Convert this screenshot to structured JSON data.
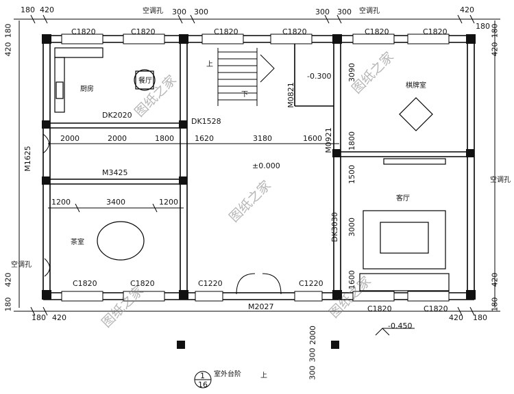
{
  "top_dims": [
    "180",
    "420",
    "300",
    "300",
    "300",
    "300",
    "420",
    "180"
  ],
  "bottom_dims": [
    "180",
    "420",
    "420",
    "180"
  ],
  "left_dims": [
    "180",
    "420",
    "420",
    "180"
  ],
  "right_dims": [
    "180",
    "420",
    "420",
    "180"
  ],
  "aircon_label": "空调孔",
  "windows": {
    "top": [
      "C1820",
      "C1820",
      "C1820",
      "C1820",
      "C1820",
      "C1820"
    ],
    "bottom_left": [
      "C1820",
      "C1820"
    ],
    "bottom_mid": [
      "C1220",
      "C1220"
    ],
    "bottom_right": [
      "C1820",
      "C1820"
    ]
  },
  "rooms": {
    "kitchen": "厨房",
    "dining": "餐厅",
    "mahjong": "棋牌室",
    "living": "客厅",
    "tea": "茶室"
  },
  "openings": {
    "dk2020": "DK2020",
    "dk1528": "DK1528",
    "m1625": "M1625",
    "m0821": "M0821",
    "m0921": "M0921",
    "m3425": "M3425",
    "dk3030": "DK3030",
    "m2027": "M2027"
  },
  "interior_dims": [
    "2000",
    "2000",
    "1800",
    "1620",
    "3180",
    "1600"
  ],
  "tea_dims": [
    "1200",
    "3400",
    "1200"
  ],
  "vertical_dims": {
    "d3090": "3090",
    "d1800": "1800",
    "d1500": "1500",
    "d3000": "3000",
    "d1600": "1600"
  },
  "porch_dims": {
    "d2000": "2000",
    "d300a": "300",
    "d300b": "300"
  },
  "levels": {
    "zero": "±0.000",
    "stair_landing": "-0.300",
    "outside": "-0.450"
  },
  "stairs": {
    "up": "上",
    "down": "下"
  },
  "porch": {
    "label": "室外台阶",
    "up": "上"
  },
  "drawing_index": {
    "top": "1",
    "bottom": "16"
  },
  "watermark": "图纸之家"
}
